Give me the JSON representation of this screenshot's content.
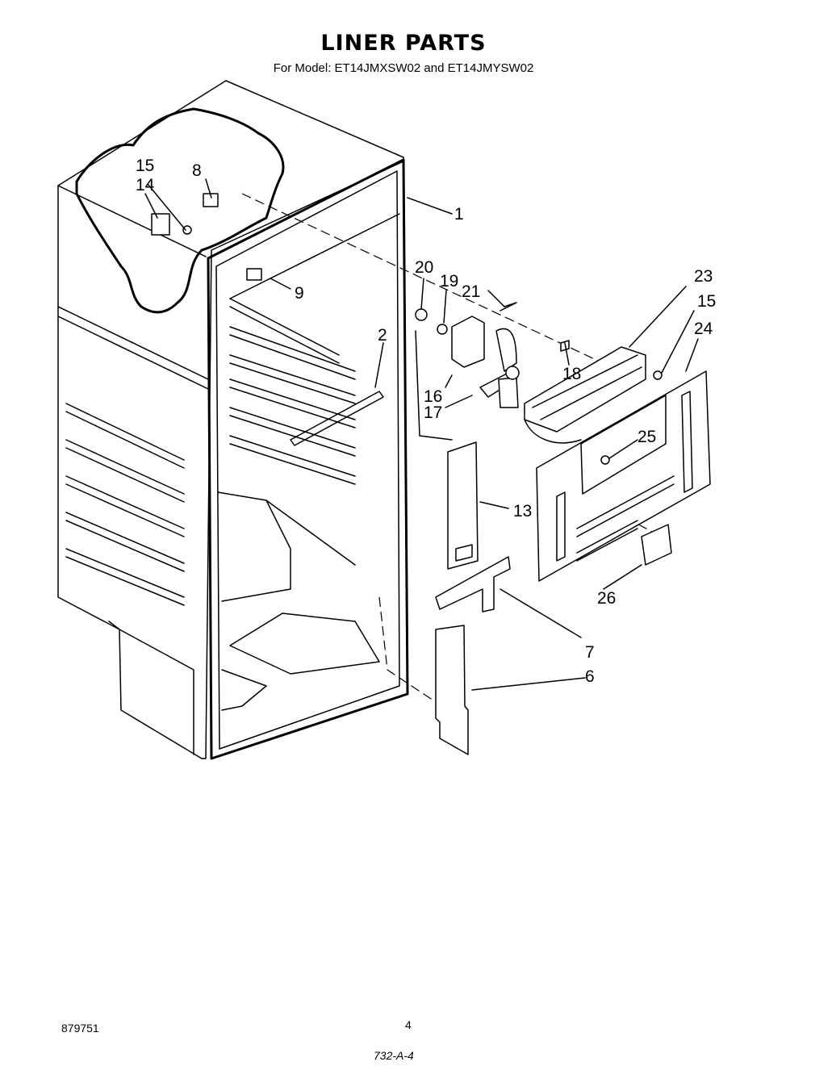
{
  "title": "LINER PARTS",
  "subtitle": "For Model: ET14JMXSW02 and ET14JMYSW02",
  "callouts": [
    "1",
    "2",
    "6",
    "7",
    "8",
    "9",
    "13",
    "14",
    "15",
    "15",
    "16",
    "17",
    "18",
    "19",
    "20",
    "21",
    "23",
    "24",
    "25",
    "26"
  ],
  "footer": {
    "part_number": "879751",
    "page": "4",
    "code": "732-A-4"
  }
}
